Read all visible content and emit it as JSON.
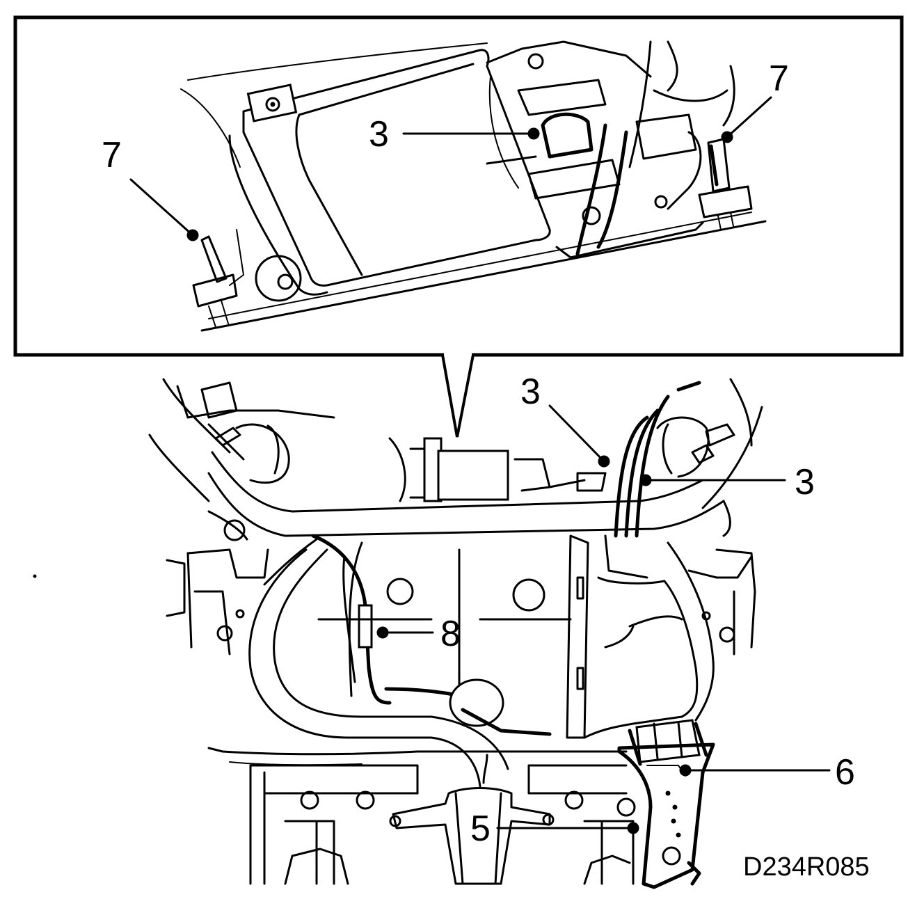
{
  "diagram": {
    "reference_code": "D234R085",
    "inset_callouts": {
      "left_seven": "7",
      "center_three": "3",
      "right_seven": "7"
    },
    "main_callouts": {
      "top_three": "3",
      "right_three": "3",
      "eight": "8",
      "six": "6",
      "five": "5"
    }
  }
}
